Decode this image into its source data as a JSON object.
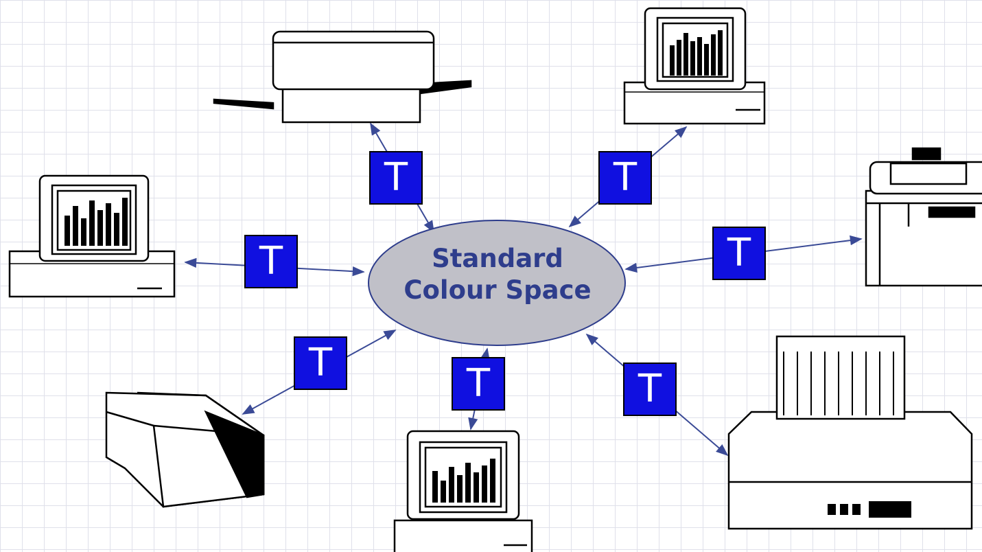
{
  "center": {
    "line1": "Standard",
    "line2": "Colour Space"
  },
  "transform_label": "T",
  "colors": {
    "ellipse_fill": "#c0c0c8",
    "ellipse_stroke": "#2e3d8c",
    "text": "#2e3d8c",
    "t_box": "#1010e0",
    "arrow": "#3a4a96"
  },
  "devices": [
    {
      "name": "printer-top-icon"
    },
    {
      "name": "monitor-top-right-icon"
    },
    {
      "name": "monitor-left-icon"
    },
    {
      "name": "copier-right-icon"
    },
    {
      "name": "scanner-bottom-left-icon"
    },
    {
      "name": "monitor-bottom-icon"
    },
    {
      "name": "printer-bottom-right-icon"
    }
  ]
}
